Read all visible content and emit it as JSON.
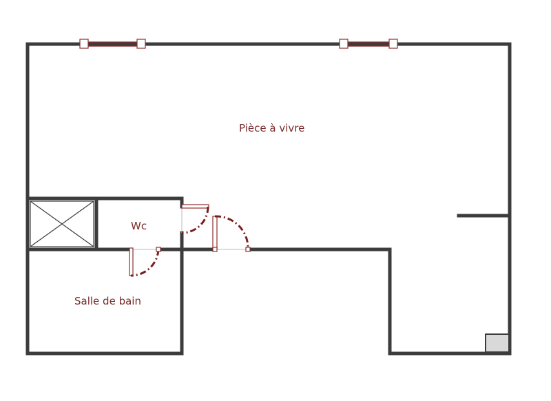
{
  "rooms": {
    "living": "Pièce à vivre",
    "wc": "Wc",
    "bathroom": "Salle de bain"
  },
  "colors": {
    "wall": "#3c3c3c",
    "fixture": "#8b2e2e",
    "label": "#7a2b2b",
    "equipment_fill": "#d9d9d9"
  }
}
